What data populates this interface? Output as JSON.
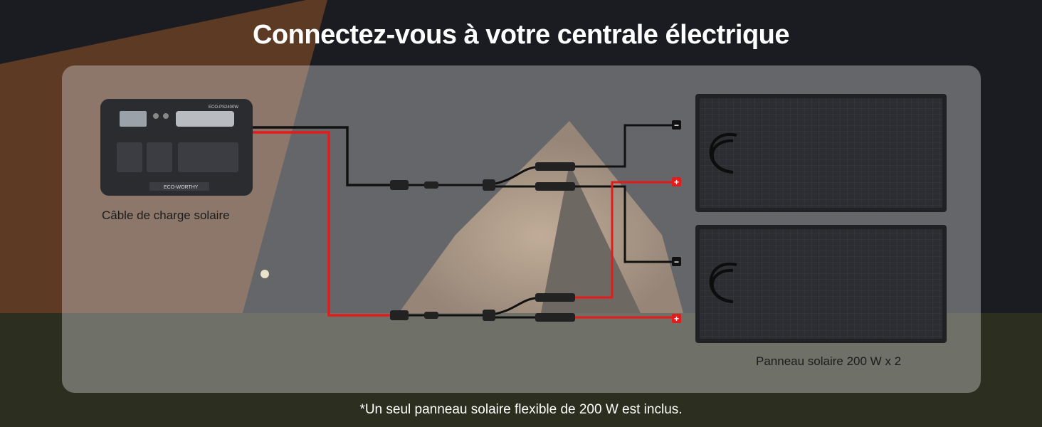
{
  "title": "Connectez-vous à votre centrale électrique",
  "station": {
    "model": "ECO-PS2400W",
    "brand": "ECO-WORTHY"
  },
  "labels": {
    "cable": "Câble de charge solaire",
    "panel": "Panneau solaire 200 W x 2"
  },
  "terminals": {
    "negative": "−",
    "positive": "+"
  },
  "footnote": "*Un seul panneau solaire flexible de 200 W est inclus.",
  "colors": {
    "positive_wire": "#e31b1b",
    "negative_wire": "#111111",
    "panel_overlay": "#cdcdcd"
  }
}
